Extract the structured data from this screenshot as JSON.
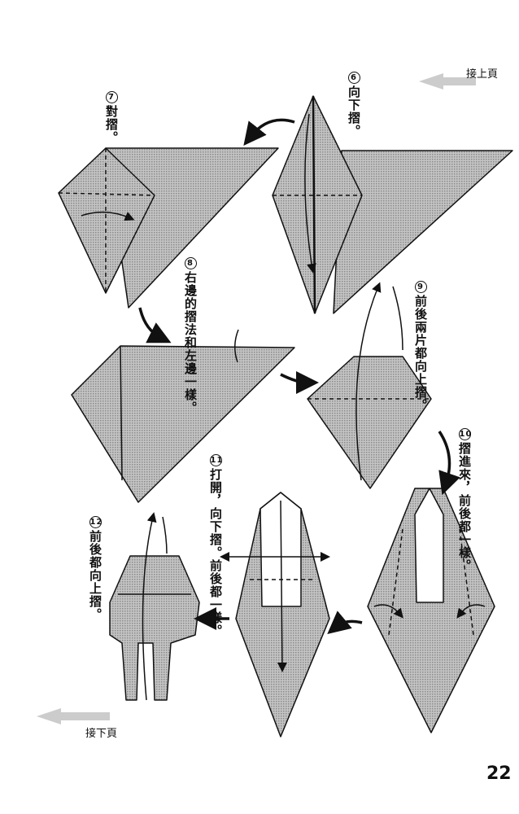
{
  "nav": {
    "prev_label": "接上頁",
    "next_label": "接下頁"
  },
  "steps": [
    {
      "num": "7",
      "lines": [
        "對摺。"
      ]
    },
    {
      "num": "6",
      "lines": [
        "向下摺。"
      ]
    },
    {
      "num": "8",
      "lines": [
        "右邊的摺法和",
        "左邊一樣。"
      ]
    },
    {
      "num": "9",
      "lines": [
        "前後兩片都",
        "向上摺。"
      ]
    },
    {
      "num": "10",
      "lines": [
        "摺進來，",
        "前後都一樣。"
      ]
    },
    {
      "num": "11",
      "lines": [
        "打開，向下摺。",
        "前後都一樣。"
      ]
    },
    {
      "num": "12",
      "lines": [
        "前後都",
        "向上摺。"
      ]
    }
  ],
  "page_number": "22",
  "colors": {
    "paper_fill": "#b8b8b8",
    "ink": "#111111",
    "nav_arrow": "#c8c8c8"
  }
}
